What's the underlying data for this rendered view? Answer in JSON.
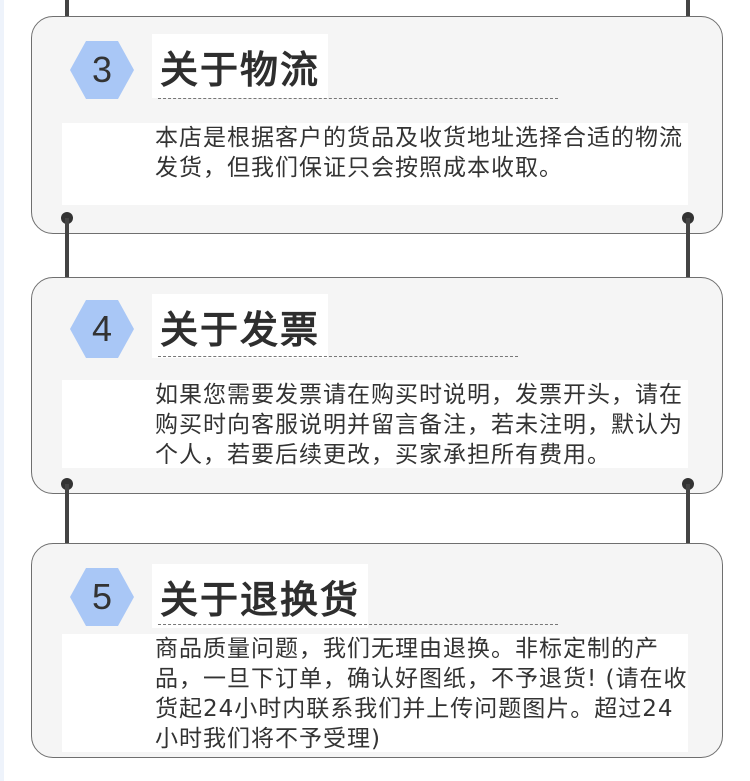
{
  "sections": [
    {
      "number": "3",
      "title": "关于物流",
      "body": "本店是根据客户的货品及收货地址选择合适的物流发货，但我们保证只会按照成本收取。"
    },
    {
      "number": "4",
      "title": "关于发票",
      "body": "如果您需要发票请在购买时说明，发票开头，请在购买时向客服说明并留言备注，若未注明，默认为个人，若要后续更改，买家承担所有费用。"
    },
    {
      "number": "5",
      "title": "关于退换货",
      "body": "商品质量问题，我们无理由退换。非标定制的产品，一旦下订单，确认好图纸，不予退货! (请在收货起24小时内联系我们并上传问题图片。超过24小时我们将不予受理)"
    }
  ],
  "colors": {
    "badge": "#a9c7f6",
    "card_border": "#6f6f6f",
    "card_bg": "#f5f5f5"
  }
}
